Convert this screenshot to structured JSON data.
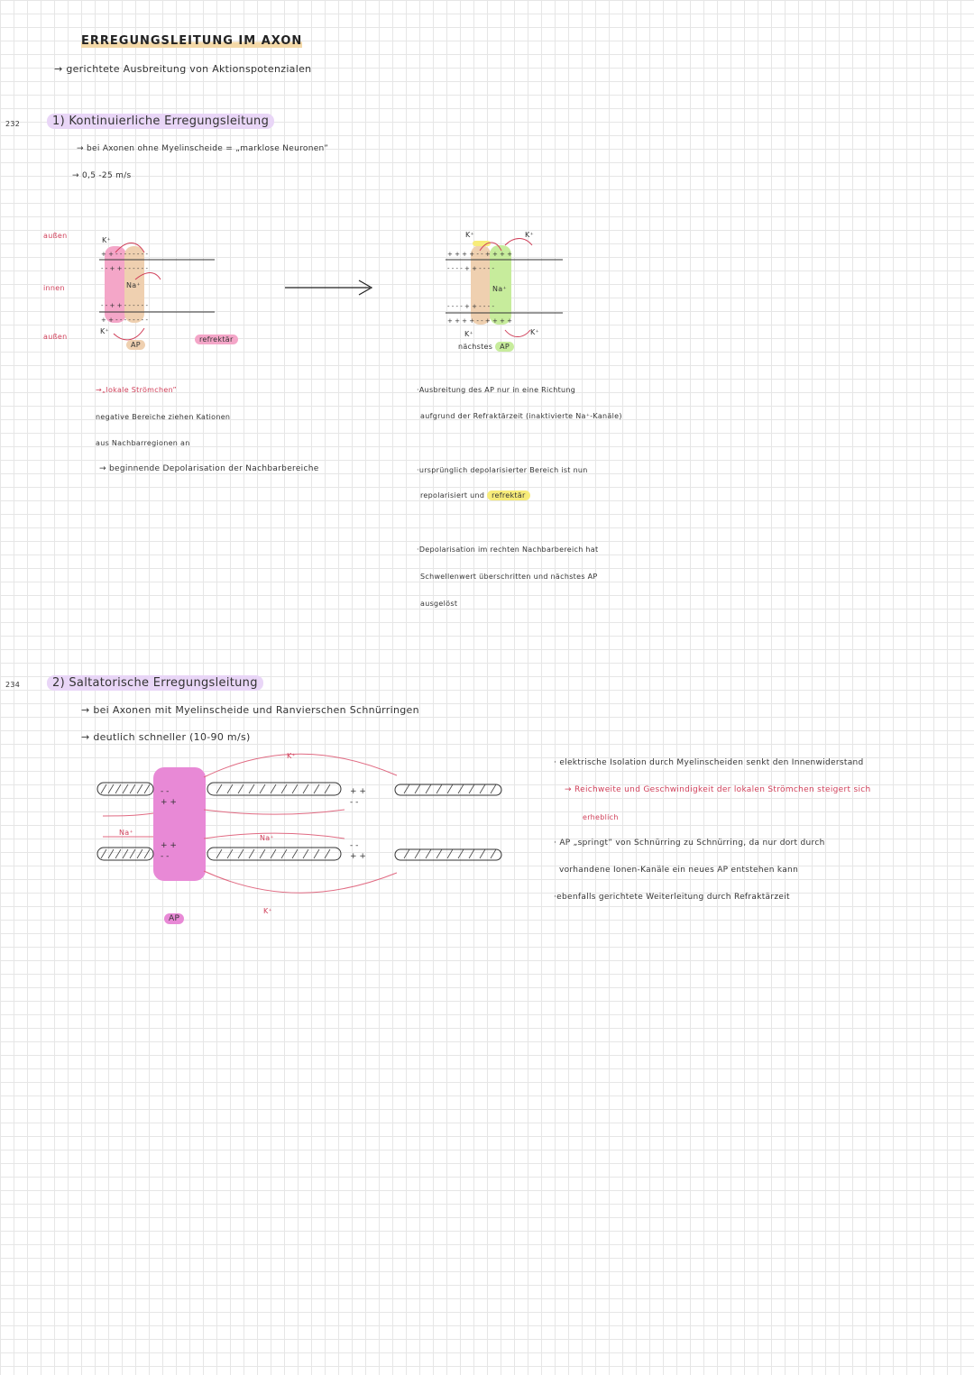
{
  "page_numbers": {
    "first": "232",
    "second": "234"
  },
  "title": "ERREGUNGSLEITUNG IM AXON",
  "subtitle": "gerichtete Ausbreitung von Aktionspotenzialen",
  "section1": {
    "heading": "1) Kontinuierliche Erregungsleitung",
    "line1": "bei Axonen ohne Myelinscheide = „marklose Neuronen”",
    "line2": "0,5 -25 m/s",
    "labels": {
      "outside_top": "außen",
      "inside": "innen",
      "outside_bottom": "außen"
    },
    "diagram_left": {
      "ap": "AP",
      "refractory": "refrektär",
      "na": "Na⁺",
      "k_top": "K⁺",
      "k_bottom": "K⁺"
    },
    "diagram_right": {
      "next": "nächstes",
      "ap": "AP",
      "na": "Na⁺",
      "k_top_left": "K⁺",
      "k_top_right": "K⁺",
      "k_bottom_left": "K⁺",
      "k_bottom_right": "K⁺"
    },
    "left_notes": [
      "„lokale Strömchen”",
      "negative Bereiche ziehen Kationen",
      "aus Nachbarregionen an",
      "beginnende Depolarisation der Nachbarbereiche"
    ],
    "right_notes": {
      "n1a": "Ausbreitung des AP nur in eine Richtung",
      "n1b": "aufgrund der Refraktärzeit (inaktivierte Na⁺-Kanäle)",
      "n2a": "ursprünglich depolarisierter Bereich ist nun",
      "n2b": "repolarisiert und",
      "n2b_hl": "refrektär",
      "n3a": "Depolarisation im rechten Nachbarbereich hat",
      "n3b": "Schwellenwert überschritten und nächstes AP",
      "n3c": "ausgelöst"
    }
  },
  "section2": {
    "heading": "2) Saltatorische Erregungsleitung",
    "line1": "bei Axonen mit Myelinscheide und Ranvierschen Schnürringen",
    "line2": "deutlich schneller (10-90 m/s)",
    "diagram": {
      "ap": "AP",
      "na_left": "Na⁺",
      "na_right": "Na⁺",
      "k_top": "K⁺",
      "k_bottom": "K⁺"
    },
    "notes": {
      "b1a": "elektrische Isolation durch Myelinscheiden senkt den Innenwiderstand",
      "b1b": "Reichweite und Geschwindigkeit der lokalen Strömchen steigert sich",
      "b1c": "erheblich",
      "b2a": "AP „springt” von Schnürring zu Schnürring, da nur dort durch",
      "b2b": "vorhandene Ionen-Kanäle ein neues AP entstehen kann",
      "b3": "ebenfalls gerichtete Weiterleitung durch Refraktärzeit"
    }
  },
  "colors": {
    "pink": "#f4a6c8",
    "tan": "#efd0b0",
    "green": "#c7ec9c",
    "yellow": "#f7ec7a",
    "purple": "#e9d6f7",
    "red_text": "#d0405a",
    "ap_pink": "#e889d6"
  }
}
